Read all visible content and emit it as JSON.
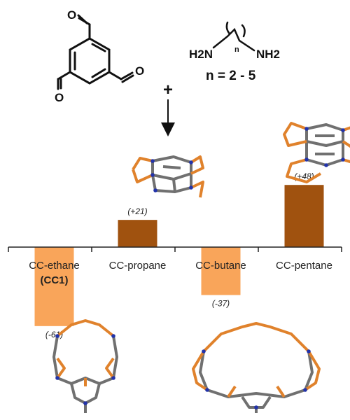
{
  "scheme": {
    "reagent_oxygen": "O",
    "plus_sign": "+",
    "amine_left": "H2N",
    "amine_right": "NH2",
    "chain_subscript": "n",
    "condition": "n = 2 - 5"
  },
  "chart_data": {
    "type": "bar",
    "categories": [
      "CC-ethane",
      "CC-propane",
      "CC-butane",
      "CC-pentane"
    ],
    "category_sublabels": [
      "(CC1)",
      "",
      "",
      ""
    ],
    "values": [
      -61,
      21,
      -37,
      48
    ],
    "data_labels": [
      "(-61)",
      "(+21)",
      "(-37)",
      "(+48)"
    ],
    "ylim": [
      -75,
      60
    ],
    "grid": false,
    "colors": {
      "negative": "#F9A55A",
      "positive": "#A0520F",
      "axis": "#222222",
      "cage_frame": "#707070",
      "cage_linker": "#E0822C",
      "nitrogen": "#2233AA"
    }
  }
}
